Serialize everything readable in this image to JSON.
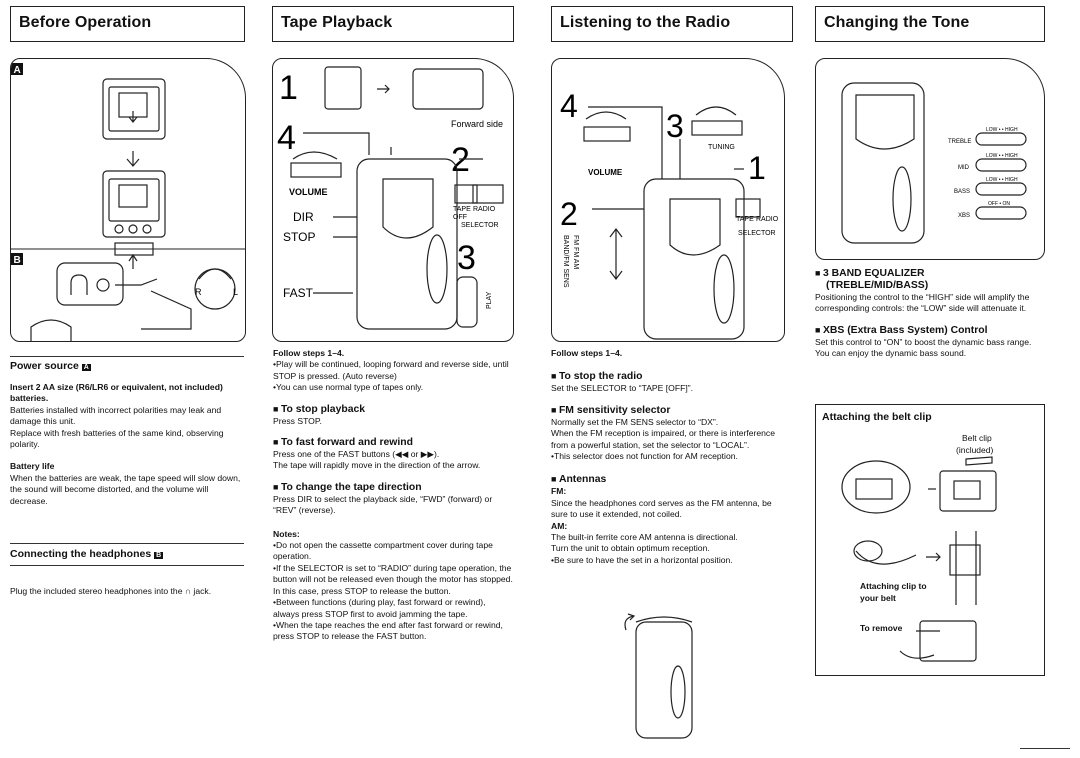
{
  "col1": {
    "header": "Before Operation",
    "fig_a_tag": "A",
    "fig_b_tag": "B",
    "fig_b_r": "R",
    "fig_b_l": "L",
    "power_title": "Power source",
    "power_tag": "A",
    "power_bold": "Insert 2 AA size (R6/LR6 or equivalent, not included) batteries.",
    "power_p1": "Batteries installed with incorrect polarities may leak and damage this unit.",
    "power_p2": "Replace with fresh batteries of the same kind, observing polarity.",
    "battery_title": "Battery life",
    "battery_p": "When the batteries are weak, the tape speed will slow down, the sound will become distorted, and the volume will decrease.",
    "phones_title": "Connecting the headphones",
    "phones_tag": "B",
    "phones_p": "Plug the included stereo headphones into the ∩ jack."
  },
  "col2": {
    "header": "Tape Playback",
    "fig": {
      "n1": "1",
      "n2": "2",
      "n3": "3",
      "n4": "4",
      "forward_side": "Forward side",
      "volume": "VOLUME",
      "dir": "DIR",
      "stop": "STOP",
      "fast": "FAST",
      "tape": "TAPE",
      "radio": "RADIO",
      "off": "OFF",
      "selector": "SELECTOR",
      "play": "PLAY"
    },
    "follow": "Follow steps 1–4.",
    "b1": "•Play will be continued, looping forward and reverse side, until STOP is pressed. (Auto reverse)",
    "b2": "•You can use normal type of tapes only.",
    "stop_title": "To stop playback",
    "stop_p": "Press STOP.",
    "fast_title": "To fast forward and rewind",
    "fast_p1": "Press one of the FAST buttons (◀◀ or ▶▶).",
    "fast_p2": "The tape will rapidly move in the direction of the arrow.",
    "dir_title": "To change the tape direction",
    "dir_p": "Press DIR to select the playback side, “FWD” (forward) or “REV” (reverse).",
    "notes_title": "Notes:",
    "n1": "•Do not open the cassette compartment cover during tape operation.",
    "n2": "•If the SELECTOR is set to “RADIO” during tape operation, the button will not be released even though the motor has stopped. In this case, press STOP to release the button.",
    "n3": "•Between functions (during play, fast forward or rewind), always press STOP first to avoid jamming the tape.",
    "n4": "•When the tape reaches the end after fast forward or rewind, press STOP to release the FAST button."
  },
  "col3": {
    "header": "Listening to the Radio",
    "fig": {
      "n1": "1",
      "n2": "2",
      "n3": "3",
      "n4": "4",
      "volume": "VOLUME",
      "tuning": "TUNING",
      "tape": "TAPE",
      "radio": "RADIO",
      "selector": "SELECTOR",
      "band": "FM FM AM",
      "sens": "BAND/FM SENS"
    },
    "follow": "Follow steps 1–4.",
    "stop_title": "To stop the radio",
    "stop_p": "Set the SELECTOR to “TAPE [OFF]”.",
    "fm_title": "FM sensitivity selector",
    "fm_p1": "Normally set the FM SENS selector to “DX”.",
    "fm_p2": "When the FM reception is impaired, or there is interference from a powerful station, set the selector to “LOCAL”.",
    "fm_p3": "•This selector does not function for AM reception.",
    "ant_title": "Antennas",
    "ant_fm": "FM:",
    "ant_fm_p": "Since the headphones cord serves as the FM antenna, be sure to use it extended, not coiled.",
    "ant_am": "AM:",
    "ant_am_p1": "The built-in ferrite core AM antenna is directional.",
    "ant_am_p2": "Turn the unit to obtain optimum reception.",
    "ant_am_p3": "•Be sure to have the set in a horizontal position."
  },
  "col4": {
    "header": "Changing the Tone",
    "fig": {
      "treble": "TREBLE",
      "mid": "MID",
      "bass": "BASS",
      "xbs": "XBS",
      "lowhigh": "LOW • • HIGH",
      "offon": "OFF • ON"
    },
    "eq_title1": "3 BAND EQUALIZER",
    "eq_title2": "(TREBLE/MID/BASS)",
    "eq_p": "Positioning the control to the “HIGH” side will amplify the corresponding controls: the “LOW” side will attenuate it.",
    "xbs_title": "XBS (Extra Bass System) Control",
    "xbs_p": "Set this control to “ON” to boost the dynamic bass range. You can enjoy the dynamic bass sound.",
    "belt_title": "Attaching the belt clip",
    "belt_clip": "Belt clip",
    "belt_included": "(included)",
    "belt_attach1": "Attaching clip to",
    "belt_attach2": "your belt",
    "belt_remove": "To remove"
  }
}
